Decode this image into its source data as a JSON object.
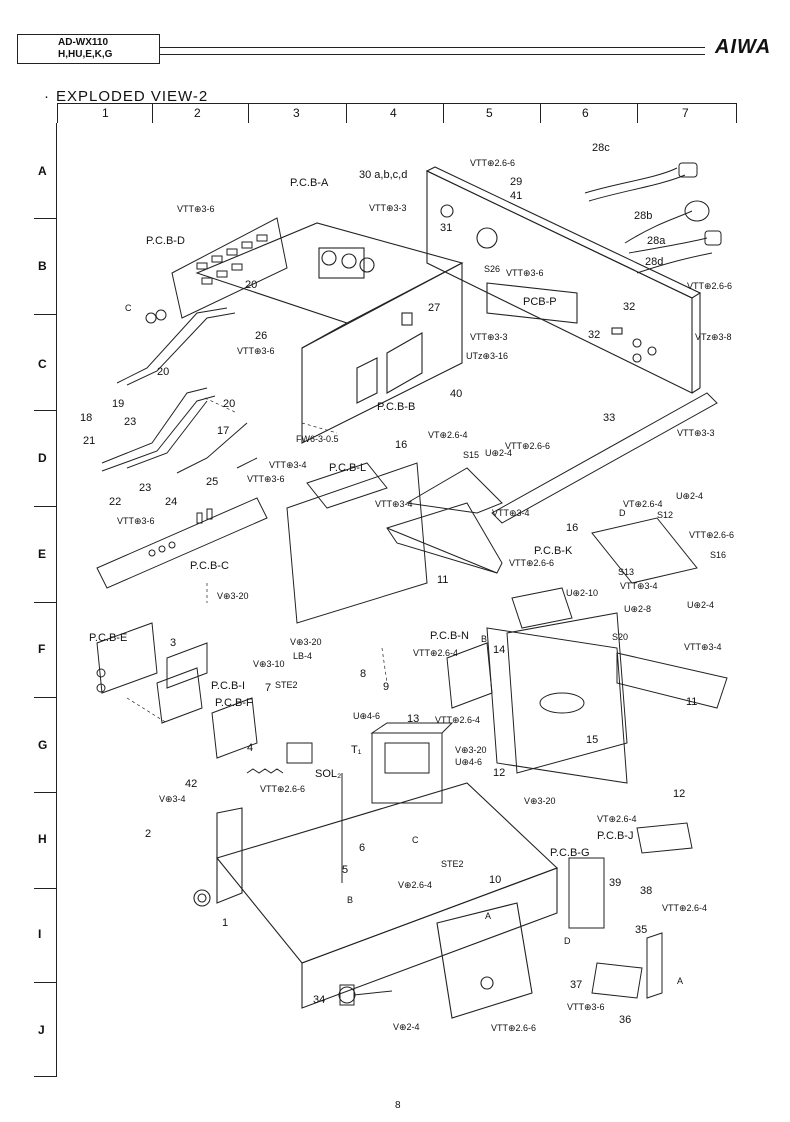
{
  "header": {
    "model_line1": "AD-WX110",
    "model_line2": "H,HU,E,K,G",
    "brand": "AIWA"
  },
  "title": "EXPLODED VIEW-2",
  "grid": {
    "columns": [
      "1",
      "2",
      "3",
      "4",
      "5",
      "6",
      "7"
    ],
    "rows": [
      "A",
      "B",
      "C",
      "D",
      "E",
      "F",
      "G",
      "H",
      "I",
      "J"
    ]
  },
  "labels": {
    "pcb_a": "P.C.B-A",
    "pcb_b": "P.C.B-B",
    "pcb_c": "P.C.B-C",
    "pcb_d": "P.C.B-D",
    "pcb_e": "P.C.B-E",
    "pcb_f": "P.C.B-F",
    "pcb_g": "P.C.B-G",
    "pcb_i": "P.C.B-I",
    "pcb_j": "P.C.B-J",
    "pcb_k": "P.C.B-K",
    "pcb_l": "P.C.B-L",
    "pcb_n": "P.C.B-N",
    "pcb_p": "PCB-P",
    "n1": "1",
    "n2": "2",
    "n3": "3",
    "n4": "4",
    "n5": "5",
    "n6": "6",
    "n7": "7",
    "n8": "8",
    "n9": "9",
    "n10": "10",
    "n11a": "11",
    "n11b": "11",
    "n12a": "12",
    "n12b": "12",
    "n13": "13",
    "n14": "14",
    "n15": "15",
    "n16a": "16",
    "n16b": "16",
    "n17": "17",
    "n18": "18",
    "n19": "19",
    "n20a": "20",
    "n20b": "20",
    "n20c": "20",
    "n21": "21",
    "n22": "22",
    "n23a": "23",
    "n23b": "23",
    "n24": "24",
    "n25": "25",
    "n26": "26",
    "n27": "27",
    "n28a": "28a",
    "n28b": "28b",
    "n28c": "28c",
    "n28d": "28d",
    "n29": "29",
    "n30": "30 a,b,c,d",
    "n31": "31",
    "n32a": "32",
    "n32b": "32",
    "n33": "33",
    "n34": "34",
    "n35": "35",
    "n36": "36",
    "n37": "37",
    "n38": "38",
    "n39": "39",
    "n40": "40",
    "n41": "41",
    "n42": "42",
    "t1": "T₁",
    "sol2": "SOL₂",
    "s12": "S12",
    "s13": "S13",
    "s15": "S15",
    "s16": "S16",
    "s20": "S20",
    "s26": "S26",
    "ste2a": "STE2",
    "ste2b": "STE2",
    "vtt36a": "VTT⊕3-6",
    "vtt36b": "VTT⊕3-6",
    "vtt36c": "VTT⊕3-6",
    "vtt36d": "VTT⊕3-6",
    "vtt36e": "VTT⊕3-6",
    "vtt33a": "VTT⊕3-3",
    "vtt33b": "VTT⊕3-3",
    "vtt33c": "VTT⊕3-3",
    "vtt34a": "VTT⊕3-4",
    "vtt34b": "VTT⊕3-4",
    "vtt34c": "VTT⊕3-4",
    "vtt34d": "VTT⊕3-4",
    "vtt34e": "VTT⊕3-4",
    "vtt266a": "VTT⊕2.6-6",
    "vtt266b": "VTT⊕2.6-6",
    "vtt266c": "VTT⊕2.6-6",
    "vtt266d": "VTT⊕2.6-6",
    "vtt266e": "VTT⊕2.6-6",
    "vtt266f": "VTT⊕2.6-6",
    "vtt266g": "VTT⊕2.6-6",
    "vtt264a": "VTT⊕2.6-4",
    "vtt264b": "VTT⊕2.6-4",
    "vtt264c": "VTT⊕2.6-4",
    "vt264a": "VT⊕2.6-4",
    "vt264b": "VT⊕2.6-4",
    "vt264c": "VT⊕2.6-4",
    "vtt36s": "VTT⊕3-6",
    "vtz38": "VTz⊕3-8",
    "utz316": "UTz⊕3-16",
    "u24a": "U⊕2-4",
    "u24b": "U⊕2-4",
    "u24c": "U⊕2-4",
    "u210": "U⊕2-10",
    "u28": "U⊕2-8",
    "u46a": "U⊕4-6",
    "u46b": "U⊕4-6",
    "v320a": "V⊕3-20",
    "v320b": "V⊕3-20",
    "v320c": "V⊕3-20",
    "v320d": "V⊕3-20",
    "v310": "V⊕3-10",
    "v34": "V⊕3-4",
    "v24": "V⊕2-4",
    "v264": "V⊕2.6-4",
    "lb4": "LB-4",
    "fw": "FW6-3-0.5",
    "arrow_b1": "B",
    "arrow_b2": "B",
    "arrow_c1": "C",
    "arrow_c2": "C",
    "arrow_d1": "D",
    "arrow_d2": "D",
    "arrow_a1": "A",
    "arrow_a2": "A"
  },
  "page_number": "8"
}
